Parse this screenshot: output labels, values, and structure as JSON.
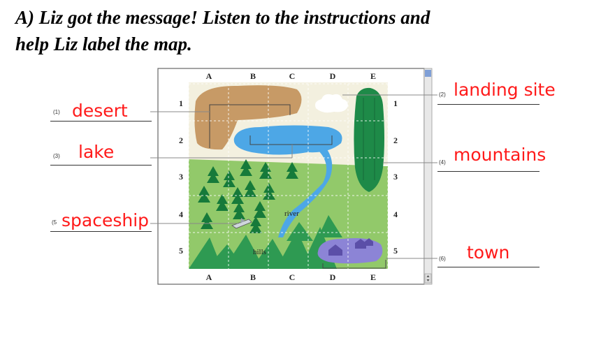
{
  "heading": {
    "line1": "A) Liz got the message! Listen to the instructions and",
    "line2": "help Liz label the map."
  },
  "map": {
    "columns": [
      "A",
      "B",
      "C",
      "D",
      "E"
    ],
    "rows": [
      "1",
      "2",
      "3",
      "4",
      "5"
    ],
    "map_text": {
      "river": "river",
      "hills": "hills"
    }
  },
  "answers": [
    {
      "number": "(1)",
      "text": "desert"
    },
    {
      "number": "(2)",
      "text": "landing site"
    },
    {
      "number": "(3)",
      "text": "lake"
    },
    {
      "number": "(4)",
      "text": "mountains"
    },
    {
      "number": "(5",
      "text": "spaceship"
    },
    {
      "number": "(6)",
      "text": "town"
    }
  ],
  "colors": {
    "answer_text": "#ff1a1a",
    "desert": "#c79a66",
    "lake": "#4da7e6",
    "mountains": "#1e8a48",
    "grass": "#92c96a",
    "town": "#8c84d6"
  }
}
